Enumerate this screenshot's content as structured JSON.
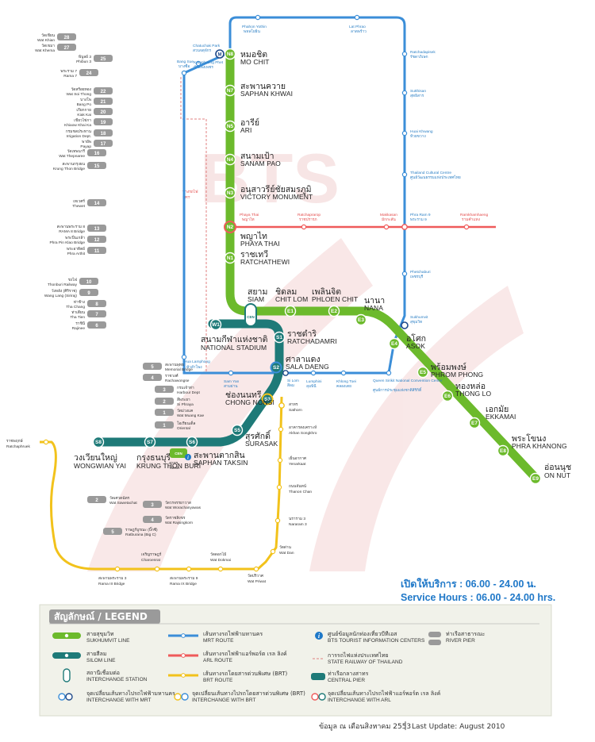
{
  "colors": {
    "sukhumvit": "#6cba2c",
    "silom": "#1e7a78",
    "mrt": "#3b8ed8",
    "arl": "#ef5a5a",
    "brt": "#f2c21b",
    "rail": "#e8a0a0",
    "pier": "#9a9a9a"
  },
  "logo_text": "BTS",
  "sukhumvit": [
    {
      "code": "N8",
      "th": "หมอชิต",
      "en": "MO CHIT"
    },
    {
      "code": "N7",
      "th": "สะพานควาย",
      "en": "SAPHAN KHWAI"
    },
    {
      "code": "N5",
      "th": "อารีย์",
      "en": "ARI"
    },
    {
      "code": "N4",
      "th": "สนามเป้า",
      "en": "SANAM PAO"
    },
    {
      "code": "N3",
      "th": "อนุสาวรีย์ชัยสมรภูมิ",
      "en": "VICTORY MONUMENT"
    },
    {
      "code": "N2",
      "th": "พญาไท",
      "en": "PHAYA THAI"
    },
    {
      "code": "N1",
      "th": "ราชเทวี",
      "en": "RATCHATHEWI"
    },
    {
      "code": "CEN",
      "th": "สยาม",
      "en": "SIAM"
    },
    {
      "code": "E1",
      "th": "ชิดลม",
      "en": "CHIT LOM"
    },
    {
      "code": "E2",
      "th": "เพลินจิต",
      "en": "PHLOEN CHIT"
    },
    {
      "code": "E3",
      "th": "นานา",
      "en": "NANA"
    },
    {
      "code": "E4",
      "th": "อโศก",
      "en": "ASOK"
    },
    {
      "code": "E5",
      "th": "พร้อมพงษ์",
      "en": "PHROM PHONG"
    },
    {
      "code": "E6",
      "th": "ทองหล่อ",
      "en": "THONG LO"
    },
    {
      "code": "E7",
      "th": "เอกมัย",
      "en": "EKKAMAI"
    },
    {
      "code": "E8",
      "th": "พระโขนง",
      "en": "PHRA KHANONG"
    },
    {
      "code": "E9",
      "th": "อ่อนนุช",
      "en": "ON NUT"
    }
  ],
  "silom": [
    {
      "code": "W1",
      "th": "สนามกีฬาแห่งชาติ",
      "en": "NATIONAL STADIUM"
    },
    {
      "code": "S1",
      "th": "ราชดำริ",
      "en": "RATCHADAMRI"
    },
    {
      "code": "S2",
      "th": "ศาลาแดง",
      "en": "SALA DAENG"
    },
    {
      "code": "S3",
      "th": "ช่องนนทรี",
      "en": "CHONG NONSI"
    },
    {
      "code": "S5",
      "th": "สุรศักดิ์",
      "en": "SURASAK"
    },
    {
      "code": "S6",
      "th": "สะพานตากสิน",
      "en": "SAPHAN TAKSIN"
    },
    {
      "code": "S7",
      "th": "กรุงธนบุรี",
      "en": "KRUNG THON BURI"
    },
    {
      "code": "S8",
      "th": "วงเวียนใหญ่",
      "en": "WONGWIAN YAI"
    }
  ],
  "mrt": [
    {
      "th": "",
      "en": "Phahon Yothin",
      "sub": "พหลโยธิน"
    },
    {
      "th": "",
      "en": "Lat Phrao",
      "sub": "ลาดพร้าว"
    },
    {
      "th": "",
      "en": "Ratchadapisek",
      "sub": "รัชดาภิเษก"
    },
    {
      "th": "",
      "en": "Sutthisan",
      "sub": "สุทธิสาร"
    },
    {
      "th": "",
      "en": "Huai Khwang",
      "sub": "ห้วยขวาง"
    },
    {
      "th": "",
      "en": "Thailand Cultural Centre",
      "sub": "ศูนย์วัฒนธรรมแห่งประเทศไทย"
    },
    {
      "th": "",
      "en": "Phra Ram 9",
      "sub": "พระราม 9"
    },
    {
      "th": "",
      "en": "Phetchaburi",
      "sub": "เพชรบุรี"
    },
    {
      "th": "",
      "en": "Sukhumvit",
      "sub": "สุขุมวิท"
    },
    {
      "th": "",
      "en": "Queen Sirikit National Convention Center",
      "sub": "ศูนย์การประชุมแห่งชาติสิริกิติ์"
    },
    {
      "th": "",
      "en": "Khlong Toei",
      "sub": "คลองเตย"
    },
    {
      "th": "",
      "en": "Lumphini",
      "sub": "ลุมพินี"
    },
    {
      "th": "",
      "en": "Si Lom",
      "sub": "สีลม"
    },
    {
      "th": "",
      "en": "Sam Yan",
      "sub": "สามย่าน"
    },
    {
      "th": "",
      "en": "Hua Lamphong",
      "sub": "หัวลำโพง"
    },
    {
      "th": "",
      "en": "Chatuchak Park",
      "sub": "สวนจตุจักร"
    },
    {
      "th": "",
      "en": "Kamphaeng Phet",
      "sub": "กำแพงเพชร"
    },
    {
      "th": "",
      "en": "Bang Sue",
      "sub": "บางซื่อ"
    }
  ],
  "arl": [
    {
      "en": "Phaya Thai",
      "sub": "พญาไท"
    },
    {
      "en": "Ratchaprarop",
      "sub": "ราชปรารภ"
    },
    {
      "en": "Makkasan",
      "sub": "มักกะสัน"
    },
    {
      "en": "Ramkhamhaeng",
      "sub": "รามคำแหง"
    }
  ],
  "brt": [
    {
      "th": "สาทร",
      "en": "Sathorn"
    },
    {
      "th": "อาคารสงเคราะห์",
      "en": "Akhan Songkhro"
    },
    {
      "th": "เย็นอากาศ",
      "en": "Yenarkaat"
    },
    {
      "th": "ถนนจันทน์",
      "en": "Thanon Chan"
    },
    {
      "th": "นราราม 3",
      "en": "Nararam 3"
    },
    {
      "th": "วัดด่าน",
      "en": "Wat Dan"
    },
    {
      "th": "วัดปริวาศ",
      "en": "Wat Priwat"
    },
    {
      "th": "วัดดอกไม้",
      "en": "Wat Dokmai"
    },
    {
      "th": "สะพานพระราม 9",
      "en": "Rama IX Bridge"
    },
    {
      "th": "เจริญราษฎร์",
      "en": "Charoenrat"
    },
    {
      "th": "สะพานพระราม 3",
      "en": "Rama III Bridge"
    },
    {
      "th": "ราชพฤกษ์",
      "en": "Ratchaphruek"
    }
  ],
  "piers": [
    {
      "code": "28",
      "th": "วัดเขียน",
      "en": "Wat Khian"
    },
    {
      "code": "27",
      "th": "วัดเขมา",
      "en": "Wat Khema"
    },
    {
      "code": "25",
      "th": "พิบูลย์ 3",
      "en": "Phibun 3"
    },
    {
      "code": "24",
      "th": "พระราม 7",
      "en": "Rama 7"
    },
    {
      "code": "22",
      "th": "วัดสร้อยทอง",
      "en": "Wat Soi Thong"
    },
    {
      "code": "21",
      "th": "บางโพ",
      "en": "Bang Po"
    },
    {
      "code": "20",
      "th": "เกียกกาย",
      "en": "Kiak Kai"
    },
    {
      "code": "19",
      "th": "เขียวไข่กา",
      "en": "Khiaow Khai Ka"
    },
    {
      "code": "18",
      "th": "กรมชลประทาน",
      "en": "Irrigation Dept."
    },
    {
      "code": "17",
      "th": "พายัพ",
      "en": "Payap"
    },
    {
      "code": "16",
      "th": "วัดเทพนารี",
      "en": "Wat Thepnaree"
    },
    {
      "code": "15",
      "th": "สะพานกรุงธน",
      "en": "Krung Thon Bridge"
    },
    {
      "code": "14",
      "th": "เทเวศร์",
      "en": "Thewet"
    },
    {
      "code": "13",
      "th": "สะพานพระราม 8",
      "en": "RAMA 8 Bridge"
    },
    {
      "code": "12",
      "th": "พระปิ่นเกล้า",
      "en": "Phra Pin Klao Bridge"
    },
    {
      "code": "11",
      "th": "พระอาทิตย์",
      "en": "Phra Arthit"
    },
    {
      "code": "10",
      "th": "รถไฟ",
      "en": "Thonburi Railway"
    },
    {
      "code": "9",
      "th": "วังหลัง (ศิริราช)",
      "en": "Wang Lang (Siriraj)"
    },
    {
      "code": "8",
      "th": "ท่าช้าง",
      "en": "Tha Chang"
    },
    {
      "code": "7",
      "th": "ท่าเตียน",
      "en": "Tha Tien"
    },
    {
      "code": "6",
      "th": "ราชินี",
      "en": "Rajinee"
    },
    {
      "code": "5",
      "th": "สะพานพุทธ",
      "en": "Memorial Bridge"
    },
    {
      "code": "4",
      "th": "ราชวงศ์",
      "en": "Rachawongse"
    },
    {
      "code": "3",
      "th": "กรมเจ้าท่า",
      "en": "Harbour Dept"
    },
    {
      "code": "2",
      "th": "สี่พระยา",
      "en": "Si Phraya"
    },
    {
      "code": "1",
      "th": "วัดม่วงแค",
      "en": "Wat Muang Kae"
    },
    {
      "code": "1",
      "th": "โอเรียนเต็ล",
      "en": "Oriental"
    },
    {
      "code": "2",
      "th": "วัดเศวตฉัตร",
      "en": "Wat Sawetachat"
    },
    {
      "code": "3",
      "th": "วัดวรจรรยาวาส",
      "en": "Wat Worachanyawas"
    },
    {
      "code": "4",
      "th": "วัดราชสิงขร",
      "en": "Wat Rajsingkorn"
    },
    {
      "code": "5",
      "th": "ราษฎร์บูรณะ (บิ๊กซี)",
      "en": "Ratburana (Big C)"
    }
  ],
  "central_pier": {
    "th": "สาทร",
    "en": "Taksin",
    "code": "CEN"
  },
  "srt_label": {
    "th": "ทางรถไฟ",
    "en": "SRT"
  },
  "service": {
    "th": "เปิดให้บริการ : 06.00 - 24.00 น.",
    "en": "Service Hours : 06.00 - 24.00 hrs."
  },
  "legend": {
    "title": "สัญลักษณ์ / LEGEND",
    "items": [
      {
        "th": "สายสุขุมวิท",
        "en": "SUKHUMVIT LINE"
      },
      {
        "th": "สายสีลม",
        "en": "SILOM LINE"
      },
      {
        "th": "สถานีเชื่อมต่อ",
        "en": "INTERCHANGE STATION"
      },
      {
        "th": "จุดเปลี่ยนเส้นทางไปรถไฟฟ้ามหานคร",
        "en": "INTERCHANGE WITH MRT"
      },
      {
        "th": "เส้นทางรถไฟฟ้ามหานคร",
        "en": "MRT ROUTE"
      },
      {
        "th": "เส้นทางรถไฟฟ้าแอร์พอร์ต เรล ลิงค์",
        "en": "ARL ROUTE"
      },
      {
        "th": "เส้นทางรถโดยสารด่วนพิเศษ (BRT)",
        "en": "BRT ROUTE"
      },
      {
        "th": "จุดเปลี่ยนเส้นทางไปรถโดยสารด่วนพิเศษ (BRT)",
        "en": "INTERCHANGE WITH BRT"
      },
      {
        "th": "ศูนย์ข้อมูลนักท่องเที่ยวบีทีเอส",
        "en": "BTS TOURIST INFORMATION CENTERS"
      },
      {
        "th": "การรถไฟแห่งประเทศไทย",
        "en": "STATE RAILWAY OF THAILAND"
      },
      {
        "th": "ท่าเรือกลางสาทร",
        "en": "CENTRAL PIER"
      },
      {
        "th": "จุดเปลี่ยนเส้นทางไปรถไฟฟ้าแอร์พอร์ต เรล ลิงค์",
        "en": "INTERCHANGE WITH ARL"
      },
      {
        "th": "ท่าเรือสาธารณะ",
        "en": "RIVER PIER"
      }
    ]
  },
  "footer": {
    "th": "ข้อมูล ณ เดือนสิงหาคม 2553",
    "en": "Last Update: August 2010"
  }
}
